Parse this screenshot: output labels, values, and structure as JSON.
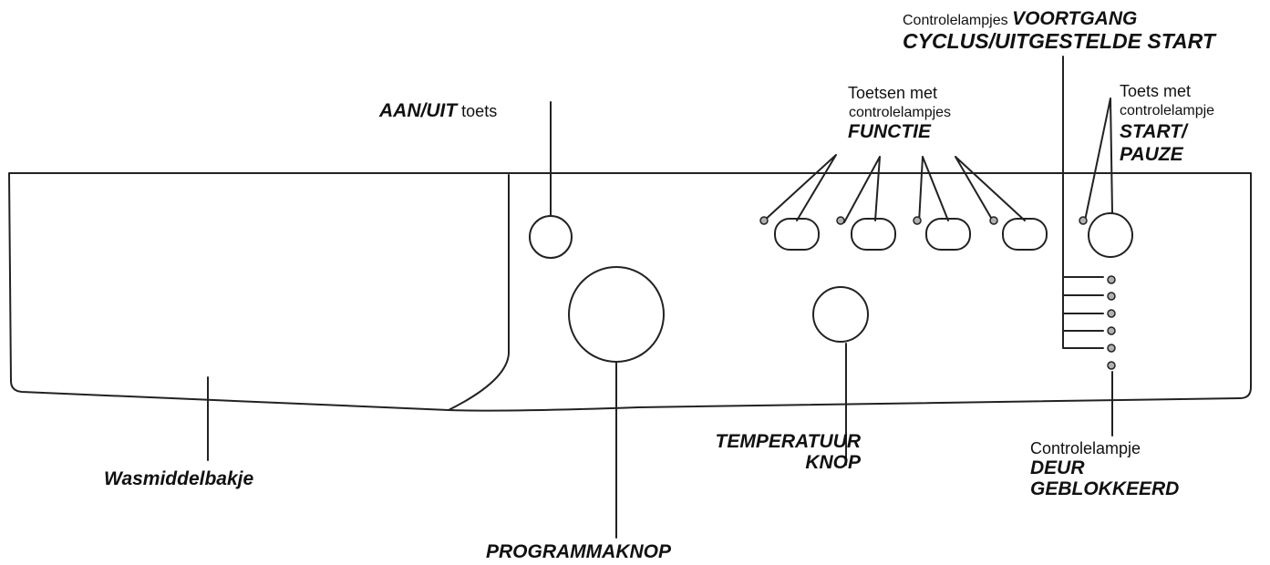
{
  "labels": {
    "aan_uit_bold": "AAN/UIT",
    "aan_uit_normal": " toets",
    "functie_line1": "Toetsen met",
    "functie_line2": "controlelampjes",
    "functie_bold": "FUNCTIE",
    "voortgang_small": "Controlelampjes ",
    "voortgang_bold": "VOORTGANG",
    "cyclus_bold": "CYCLUS/UITGESTELDE START",
    "start_line1": "Toets met",
    "start_line2": "controlelampje",
    "start_bold1": "START/",
    "start_bold2": "PAUZE",
    "wasmiddel": "Wasmiddelbakje",
    "programmaknop": "PROGRAMMAKNOP",
    "temperatuur1": "TEMPERATUUR",
    "temperatuur2": "KNOP",
    "deur_small": "Controlelampje",
    "deur_bold1": "DEUR",
    "deur_bold2": "GEBLOKKEERD"
  }
}
